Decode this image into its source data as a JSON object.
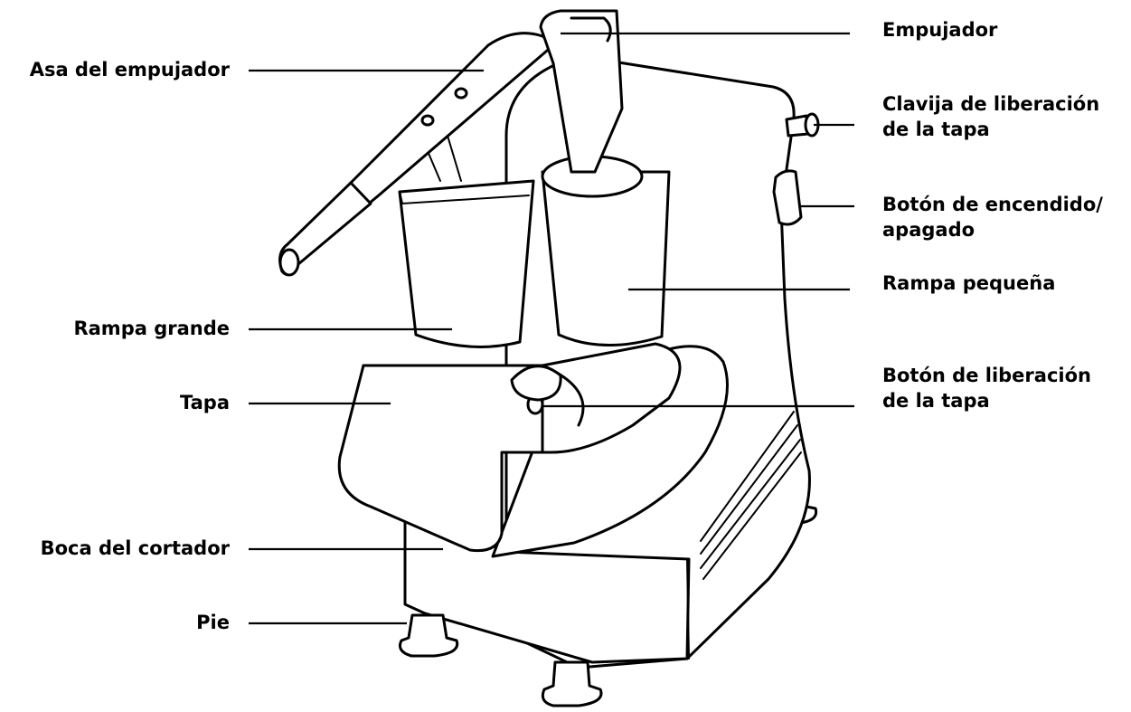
{
  "labels": {
    "asa_del_empujador": "Asa del empujador",
    "empujador": "Empujador",
    "clavija_line1": "Clavija de liberación",
    "clavija_line2": "de la tapa",
    "boton_encendido_line1": "Botón de encendido/",
    "boton_encendido_line2": "apagado",
    "rampa_pequena": "Rampa pequeña",
    "rampa_grande": "Rampa grande",
    "boton_liberacion_line1": "Botón de liberación",
    "boton_liberacion_line2": "de la tapa",
    "tapa": "Tapa",
    "boca_del_cortador": "Boca del cortador",
    "pie": "Pie"
  },
  "colors": {
    "line": "#000000",
    "background": "#ffffff"
  }
}
